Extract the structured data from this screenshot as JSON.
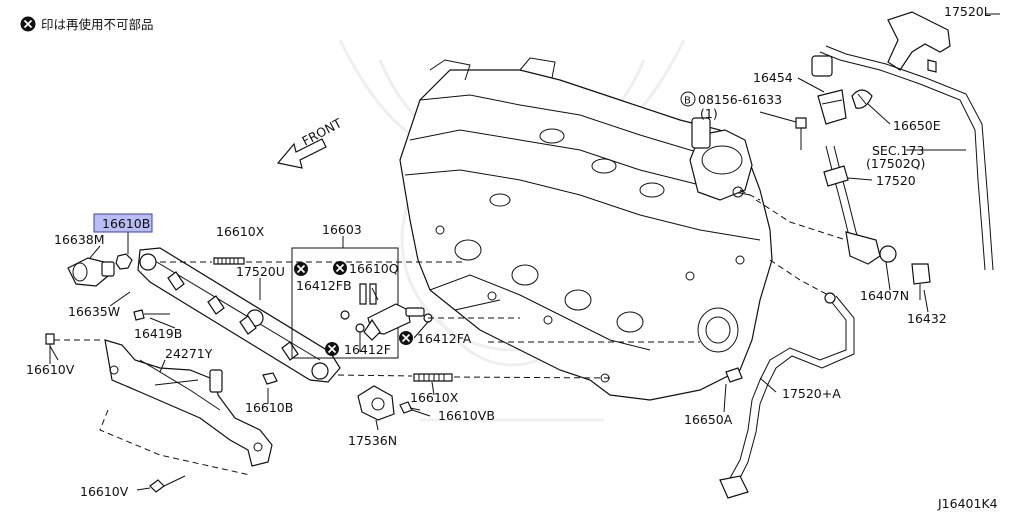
{
  "legend": {
    "text": "印は再使用不可部品"
  },
  "front_label": "FRONT",
  "diagram_id": "J16401K4",
  "highlight_color": "#b9bdf2",
  "parts": {
    "p16610B_top": "16610B",
    "p16638M": "16638M",
    "p16635W": "16635W",
    "p16419B": "16419B",
    "p16610V_top": "16610V",
    "p24271Y": "24271Y",
    "p16610B_bottom": "16610B",
    "p16610V_bottom": "16610V",
    "p16610X_top": "16610X",
    "p17520U": "17520U",
    "p16603": "16603",
    "p16610Q": "16610Q",
    "p16412FB": "16412FB",
    "p16412F": "16412F",
    "p16412FA": "16412FA",
    "p16610X_bottom": "16610X",
    "p16610VB": "16610VB",
    "p17536N": "17536N",
    "p17520L": "17520L",
    "p16454": "16454",
    "p08156_61633": "08156-61633",
    "p08156_qty": "(1)",
    "p16650E": "16650E",
    "sec173": "SEC.173",
    "sec173_sub": "(17502Q)",
    "p17520": "17520",
    "p16407N": "16407N",
    "p16432": "16432",
    "p17520A": "17520+A",
    "p16650A": "16650A"
  }
}
